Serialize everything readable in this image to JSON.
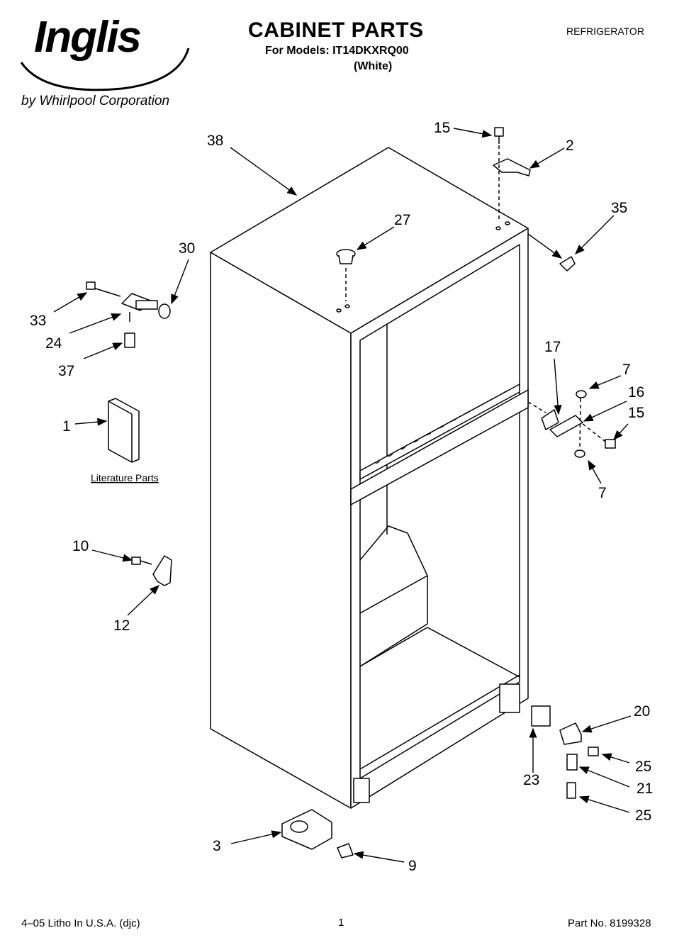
{
  "header": {
    "brand": "Inglis",
    "brand_sub": "by Whirlpool Corporation",
    "title": "CABINET PARTS",
    "models": "For Models: IT14DKXRQ00",
    "color": "(White)",
    "category": "REFRIGERATOR"
  },
  "diagram": {
    "literature_label": "Literature Parts",
    "callouts": {
      "c38": "38",
      "c15a": "15",
      "c2": "2",
      "c35": "35",
      "c27": "27",
      "c30": "30",
      "c33": "33",
      "c24": "24",
      "c37": "37",
      "c1": "1",
      "c17": "17",
      "c7a": "7",
      "c16": "16",
      "c15b": "15",
      "c7b": "7",
      "c10": "10",
      "c12": "12",
      "c20": "20",
      "c25a": "25",
      "c23": "23",
      "c21": "21",
      "c25b": "25",
      "c3": "3",
      "c9": "9"
    }
  },
  "footer": {
    "left": "4–05 Litho In U.S.A. (djc)",
    "page": "1",
    "right": "Part No. 8199328"
  }
}
